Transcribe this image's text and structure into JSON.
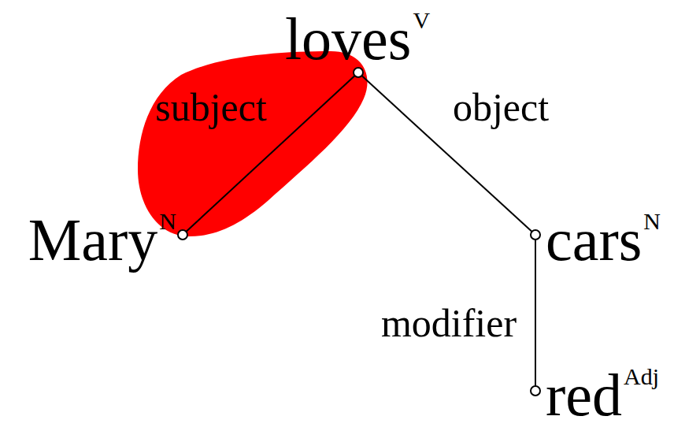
{
  "diagram": {
    "nodes": [
      {
        "text": [
          "loves",
          "V"
        ]
      },
      {
        "text": [
          "Mary",
          "N"
        ]
      },
      {
        "text": [
          "cars",
          "N"
        ]
      },
      {
        "text": [
          "red",
          "Adj"
        ]
      }
    ],
    "edges": [
      {
        "from": 0,
        "to": 1,
        "arrow": "none",
        "label": "subject"
      },
      {
        "from": 0,
        "to": 2,
        "arrow": "none",
        "label": "object"
      },
      {
        "from": 2,
        "to": 3,
        "arrow": "none",
        "label": "modifier"
      }
    ]
  }
}
